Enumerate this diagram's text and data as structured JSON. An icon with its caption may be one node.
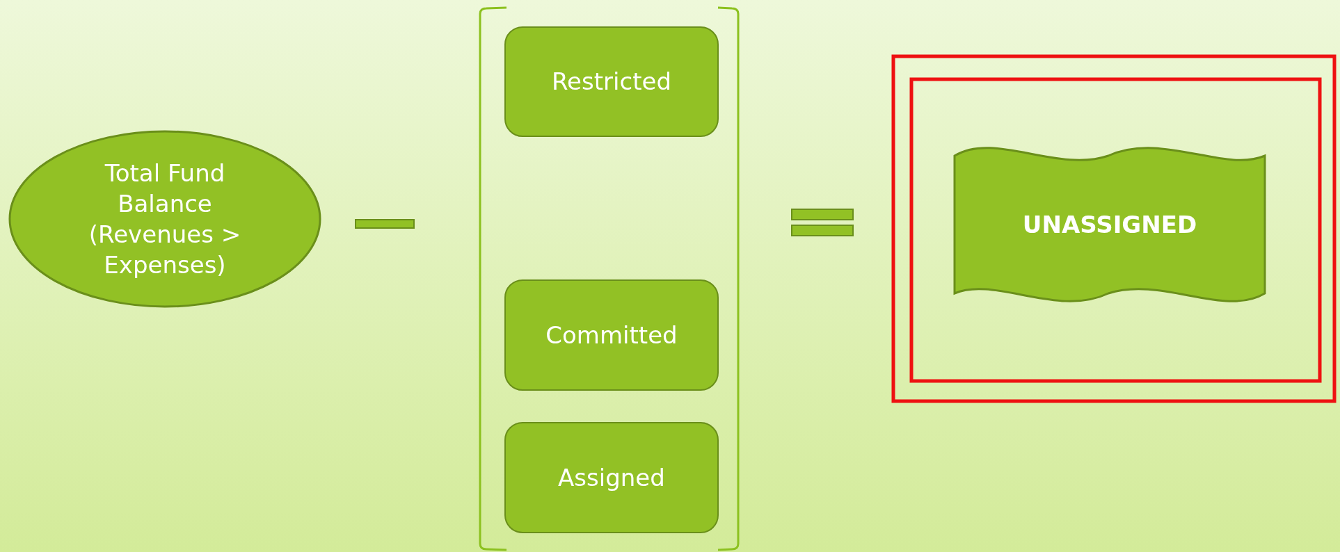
{
  "diagram": {
    "nodes": [
      {
        "text": [
          "Total Fund Balance (Revenues > Expenses)"
        ]
      },
      {
        "text": [
          "Restricted"
        ]
      },
      {
        "text": [
          "Committed"
        ]
      },
      {
        "text": [
          "Assigned"
        ]
      },
      {
        "text": [
          "UNASSIGNED"
        ]
      }
    ]
  }
}
